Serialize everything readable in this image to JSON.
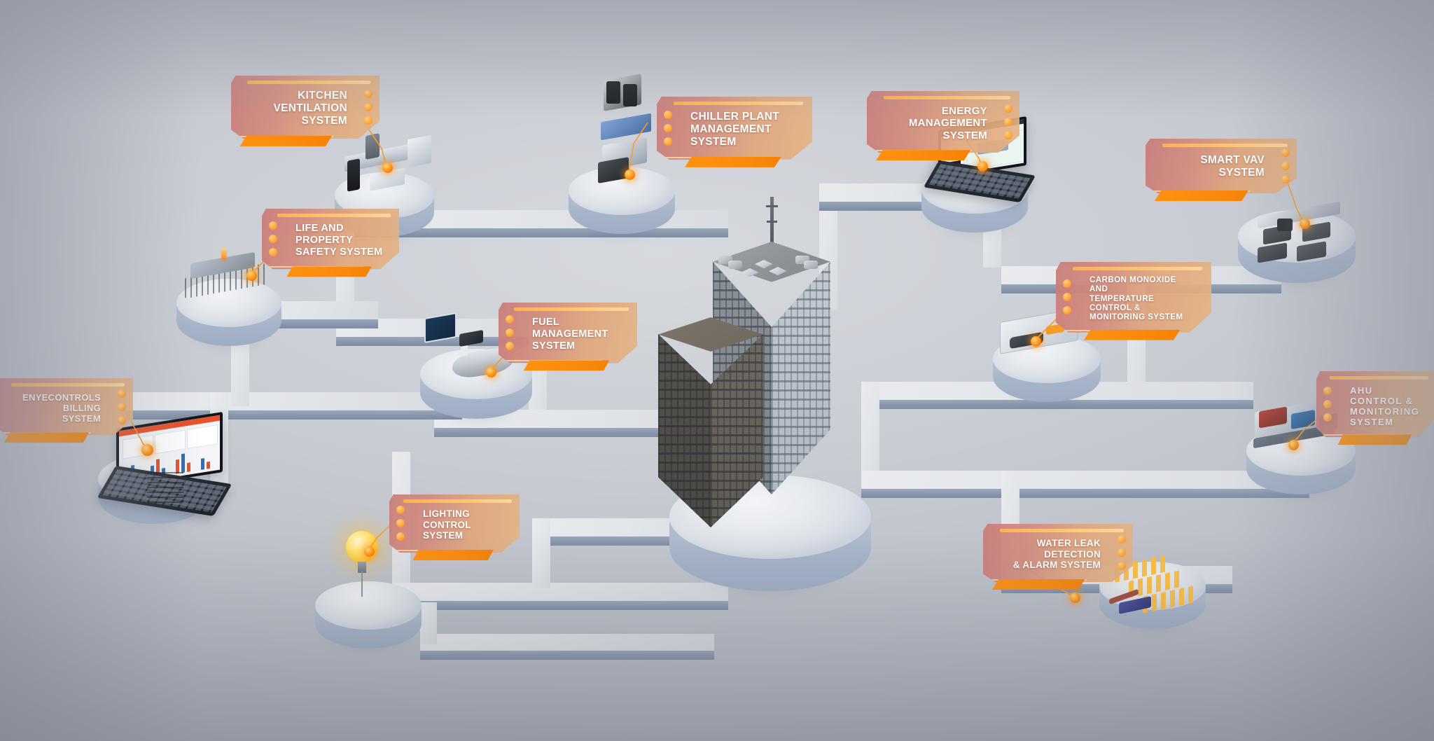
{
  "scene": {
    "title": "Smart Building Management Systems Isometric Diagram",
    "background_color": "#b9bcc4",
    "accent_color": "#f58205",
    "label_panel_color": "#d08a7c",
    "podium_color": "#c6cfdc",
    "trace_color": "#e4e7eb",
    "central_structure": {
      "name": "central-building-tower",
      "description": "Isometric high-rise office tower with rooftop HVAC units and antenna mast"
    }
  },
  "callouts": [
    {
      "id": "kitchen-ventilation",
      "label": "KITCHEN VENTILATION\nSYSTEM",
      "side": "right",
      "lines": 2
    },
    {
      "id": "chiller-plant",
      "label": "CHILLER PLANT\nMANAGEMENT SYSTEM",
      "side": "left",
      "lines": 2
    },
    {
      "id": "energy-management",
      "label": "ENERGY MANAGEMENT\nSYSTEM",
      "side": "right",
      "lines": 2
    },
    {
      "id": "smart-vav",
      "label": "SMART VAV SYSTEM",
      "side": "right",
      "lines": 1
    },
    {
      "id": "life-and-property-safety",
      "label": "LIFE AND PROPERTY\nSAFETY SYSTEM",
      "side": "left",
      "lines": 2
    },
    {
      "id": "carbon-monoxide",
      "label": "CARBON MONOXIDE AND\nTEMPERATURE CONTROL &\nMONITORING SYSTEM",
      "side": "left",
      "lines": 3
    },
    {
      "id": "fuel-management",
      "label": "FUEL MANAGEMENT\nSYSTEM",
      "side": "left",
      "lines": 2
    },
    {
      "id": "ahu-control",
      "label": "AHU CONTROL &\nMONITORING\nSYSTEM",
      "side": "left",
      "lines": 3
    },
    {
      "id": "enyecontrols-billing",
      "label": "ENYECONTROLS BILLING\nSYSTEM",
      "side": "right",
      "lines": 2
    },
    {
      "id": "lighting-control",
      "label": "LIGHTING CONTROL\nSYSTEM",
      "side": "left",
      "lines": 2
    },
    {
      "id": "water-leak-detection",
      "label": "WATER  LEAK  DETECTION\n& ALARM SYSTEM",
      "side": "right",
      "lines": 2
    }
  ],
  "modules": [
    {
      "id": "kitchen-ventilation-module",
      "name": "Kitchen exhaust hood and ventilation equipment"
    },
    {
      "id": "chiller-plant-module",
      "name": "Chiller unit with cooling tower"
    },
    {
      "id": "energy-management-module",
      "name": "Laptop showing energy management dashboard"
    },
    {
      "id": "smart-vav-module",
      "name": "VAV terminal boxes array"
    },
    {
      "id": "life-and-property-safety-module",
      "name": "Fire safety panel and sprinkler racks"
    },
    {
      "id": "carbon-monoxide-module",
      "name": "Parking garage CO sensor area"
    },
    {
      "id": "fuel-management-module",
      "name": "Fuel storage tank with control panel"
    },
    {
      "id": "ahu-control-module",
      "name": "Air handling unit"
    },
    {
      "id": "enyecontrols-billing-module",
      "name": "Laptop showing billing analytics dashboard"
    },
    {
      "id": "lighting-control-module",
      "name": "Pendant light bulb"
    },
    {
      "id": "water-leak-detection-module",
      "name": "Leak detection sensor racks"
    }
  ]
}
